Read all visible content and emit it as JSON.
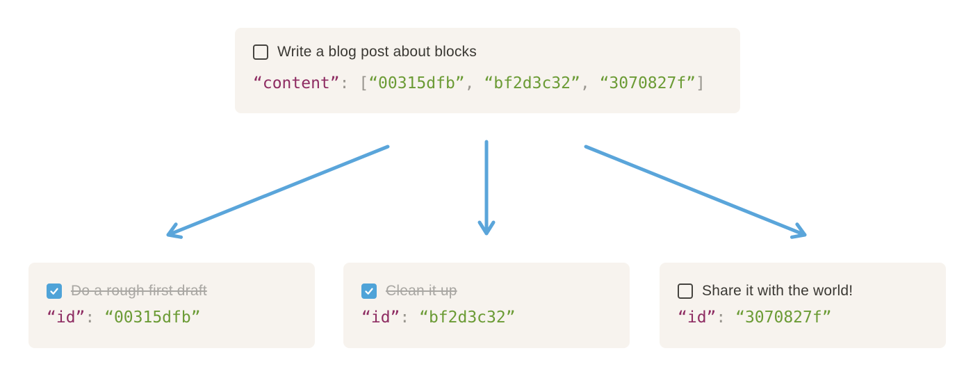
{
  "colors": {
    "card_bg": "#f7f3ee",
    "text_dark": "#3a3833",
    "text_muted": "#a9a7a3",
    "checkbox_border": "#45433f",
    "checkbox_blue": "#4fa3d8",
    "arrow_blue": "#5aa5da",
    "code_key": "#8e2c62",
    "code_punct": "#99968f",
    "code_str": "#6b9b35"
  },
  "parent": {
    "task": {
      "label": "Write a blog post about blocks",
      "checked": false
    },
    "code_tokens": [
      {
        "t": "“content”",
        "c": "key"
      },
      {
        "t": ": ",
        "c": "punct"
      },
      {
        "t": "[",
        "c": "punct"
      },
      {
        "t": "“00315dfb”",
        "c": "str"
      },
      {
        "t": ", ",
        "c": "punct"
      },
      {
        "t": "“bf2d3c32”",
        "c": "str"
      },
      {
        "t": ", ",
        "c": "punct"
      },
      {
        "t": "“3070827f”",
        "c": "str"
      },
      {
        "t": "]",
        "c": "punct"
      }
    ]
  },
  "children": [
    {
      "task": {
        "label": "Do a rough first draft",
        "checked": true
      },
      "code_tokens": [
        {
          "t": "“id”",
          "c": "key"
        },
        {
          "t": ": ",
          "c": "punct"
        },
        {
          "t": "“00315dfb”",
          "c": "str"
        }
      ]
    },
    {
      "task": {
        "label": "Clean it up",
        "checked": true
      },
      "code_tokens": [
        {
          "t": "“id”",
          "c": "key"
        },
        {
          "t": ": ",
          "c": "punct"
        },
        {
          "t": "“bf2d3c32”",
          "c": "str"
        }
      ]
    },
    {
      "task": {
        "label": "Share it with the world!",
        "checked": false
      },
      "code_tokens": [
        {
          "t": "“id”",
          "c": "key"
        },
        {
          "t": ": ",
          "c": "punct"
        },
        {
          "t": "“3070827f”",
          "c": "str"
        }
      ]
    }
  ]
}
